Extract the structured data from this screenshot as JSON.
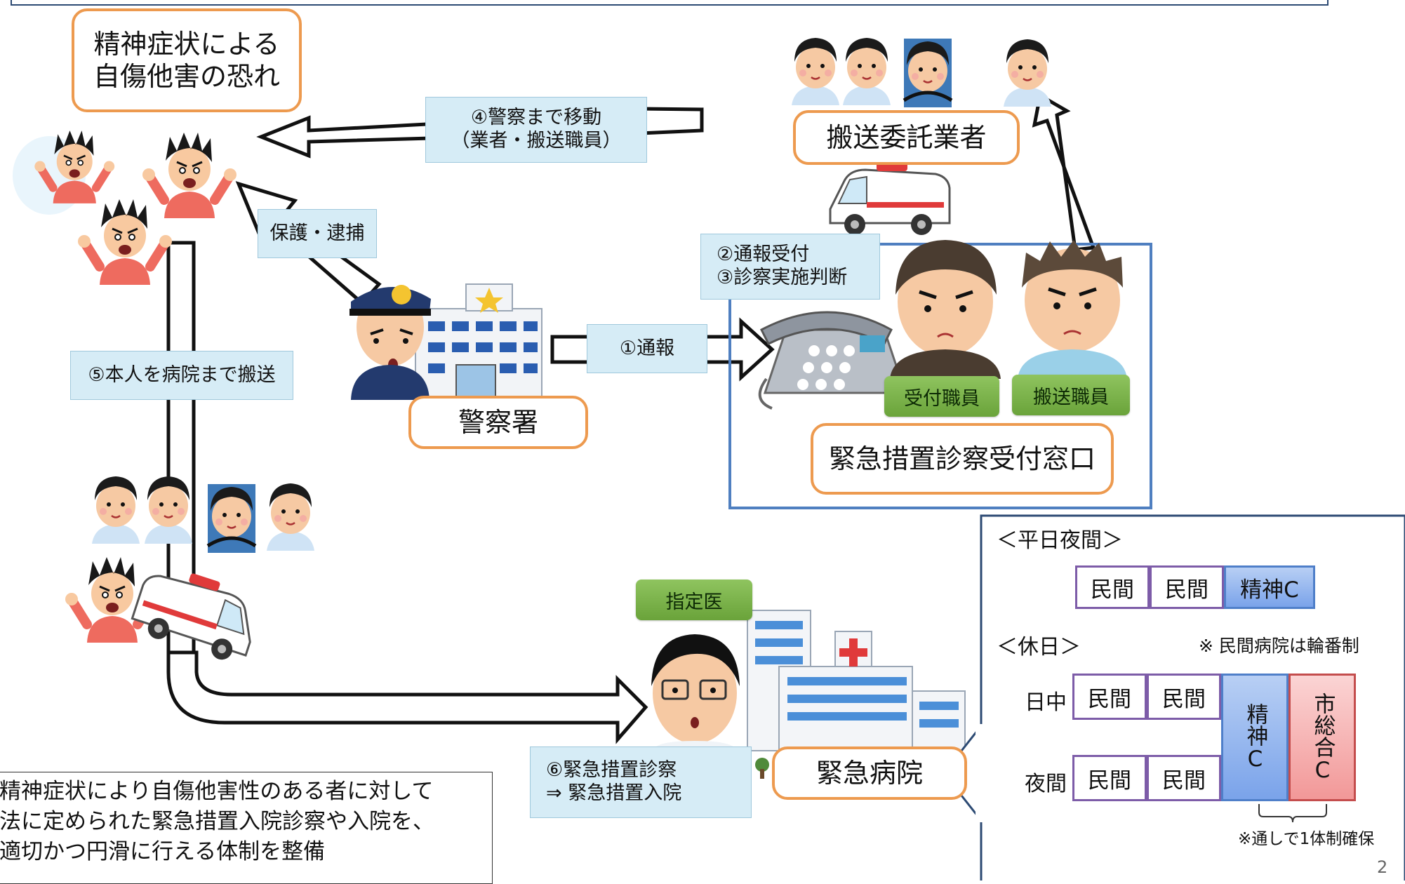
{
  "boxes": {
    "danger": "精神症状による\n自傷他害の恐れ",
    "transport_company": "搬送委託業者",
    "police_station": "警察署",
    "emergency_window": "緊急措置診察受付窓口",
    "emergency_hospital": "緊急病院"
  },
  "steps": {
    "move_to_police": "④警察まで移動\n（業者・搬送職員）",
    "protect": "保護・逮捕",
    "report_receive": "②通報受付\n③診察実施判断",
    "report": "①通報",
    "carry_patient": "⑤本人を病院まで搬送",
    "exam": "⑥緊急措置診察\n ⇒  緊急措置入院"
  },
  "tags": {
    "reception_staff": "受付職員",
    "transport_staff": "搬送職員",
    "designated_doctor": "指定医"
  },
  "note": "精神症状により自傷他害性のある者に対して\n法に定められた緊急措置入院診察や入院を、\n適切かつ円滑に行える体制を整備",
  "schedule": {
    "weekday_heading": "＜平日夜間＞",
    "weekday_cells": [
      "民間",
      "民間",
      "精神C"
    ],
    "holiday_heading": "＜休日＞",
    "rotation_note": "※  民間病院は輪番制",
    "day_label": "日中",
    "night_label": "夜間",
    "day_cells": [
      "民間",
      "民間"
    ],
    "night_cells": [
      "民間",
      "民間"
    ],
    "psych_center": "精神C",
    "city_general": "市総合C",
    "footer_note": "※通しで1体制確保"
  },
  "page_number": "2",
  "colors": {
    "orange_border": "#ed9a4f",
    "cyan_fill": "#d6ecf6",
    "green_tag": "#7ab24a",
    "blue_frame": "#4f7fc0",
    "navy_frame": "#2c4a73"
  }
}
